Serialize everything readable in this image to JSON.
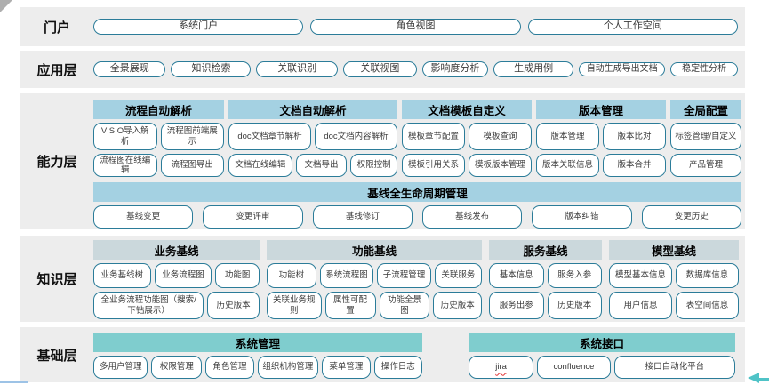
{
  "colors": {
    "band_bg": "#ededed",
    "header_blue": "#a4d1e2",
    "header_gray": "#cbd8dc",
    "header_teal": "#7fcdce",
    "chip_border": "#2b7c99",
    "arrow_teal": "#4fc3c7",
    "bottom_line_blue": "#9dc3e6",
    "jira_spellcheck_underline": "#e03030"
  },
  "portal": {
    "label": "门户",
    "buttons": [
      "系统门户",
      "角色视图",
      "个人工作空间"
    ]
  },
  "application": {
    "label": "应用层",
    "buttons": [
      "全景展现",
      "知识检索",
      "关联识别",
      "关联视图",
      "影响度分析",
      "生成用例",
      "自动生成导出文档",
      "稳定性分析"
    ]
  },
  "capability": {
    "label": "能力层",
    "groups": [
      {
        "header": "流程自动解析",
        "rows": [
          [
            "VISIO导入解析",
            "流程图前端展示"
          ],
          [
            "流程图在线编辑",
            "流程图导出"
          ]
        ]
      },
      {
        "header": "文档自动解析",
        "rows": [
          [
            "doc文档章节解析",
            "doc文档内容解析"
          ],
          [
            "文档在线编辑",
            "文档导出",
            "权限控制"
          ]
        ]
      },
      {
        "header": "文档模板自定义",
        "rows": [
          [
            "模板章节配置",
            "模板查询"
          ],
          [
            "模板引用关系",
            "模板版本管理"
          ]
        ]
      },
      {
        "header": "版本管理",
        "rows": [
          [
            "版本管理",
            "版本比对"
          ],
          [
            "版本关联信息",
            "版本合并"
          ]
        ]
      },
      {
        "header": "全局配置",
        "rows": [
          [
            "标签管理/自定义"
          ],
          [
            "产品管理"
          ]
        ]
      }
    ],
    "baseline": {
      "header": "基线全生命周期管理",
      "buttons": [
        "基线变更",
        "变更评审",
        "基线修订",
        "基线发布",
        "版本纠错",
        "变更历史"
      ]
    }
  },
  "knowledge": {
    "label": "知识层",
    "groups": [
      {
        "header": "业务基线",
        "rows": [
          [
            "业务基线树",
            "业务流程图",
            "功能图"
          ],
          [
            "全业务流程功能图（搜索/下钻展示）",
            "历史版本"
          ]
        ]
      },
      {
        "header": "功能基线",
        "rows": [
          [
            "功能树",
            "系统流程图",
            "子流程管理",
            "关联服务"
          ],
          [
            "关联业务规则",
            "属性可配置",
            "功能全景图",
            "历史版本"
          ]
        ]
      },
      {
        "header": "服务基线",
        "rows": [
          [
            "基本信息",
            "服务入参"
          ],
          [
            "服务出参",
            "历史版本"
          ]
        ]
      },
      {
        "header": "模型基线",
        "rows": [
          [
            "模型基本信息",
            "数据库信息"
          ],
          [
            "用户信息",
            "表空间信息"
          ]
        ]
      }
    ]
  },
  "foundation": {
    "label": "基础层",
    "groups": [
      {
        "header": "系统管理",
        "buttons": [
          "多用户管理",
          "权限管理",
          "角色管理",
          "组织机构管理",
          "菜单管理",
          "操作日志"
        ]
      },
      {
        "header": "系统接口",
        "buttons": [
          "jira",
          "confluence",
          "接口自动化平台"
        ]
      }
    ]
  }
}
